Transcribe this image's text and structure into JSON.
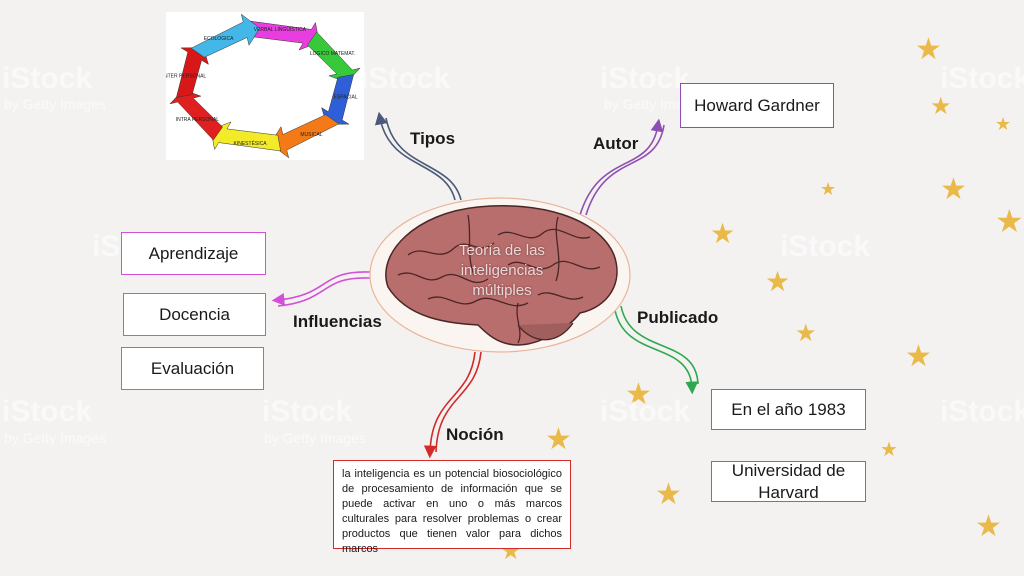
{
  "center": {
    "title": "Teoría de las inteligencias múltiples"
  },
  "branches": {
    "tipos": "Tipos",
    "autor": "Autor",
    "influencias": "Influencias",
    "publicado": "Publicado",
    "nocion": "Noción"
  },
  "autor_box": "Howard Gardner",
  "influencias_boxes": [
    "Aprendizaje",
    "Docencia",
    "Evaluación"
  ],
  "publicado_boxes": [
    "En el año 1983",
    "Universidad de Harvard"
  ],
  "nocion_text": "la inteligencia es un potencial biosociológico de procesamiento de información que se puede activar en uno o más marcos culturales para resolver problemas o crear productos que tienen valor para dichos marcos",
  "tipos_image": {
    "segments": [
      "VERBAL LINGÜÍSTICA",
      "LOGICO MATEMAT.",
      "ESPACIAL",
      "MUSICAL",
      "KINESTÉSICA",
      "INTRA PERSONAL",
      "INTER PERSONAL",
      "ECOLOGICA"
    ],
    "colors": [
      "#e83ee0",
      "#37c93a",
      "#2f5fd8",
      "#f37a16",
      "#f3ea2a",
      "#e02020",
      "#d81818",
      "#42b7e8"
    ]
  },
  "watermark": {
    "brand": "iStock",
    "sub": "by Getty Images"
  }
}
